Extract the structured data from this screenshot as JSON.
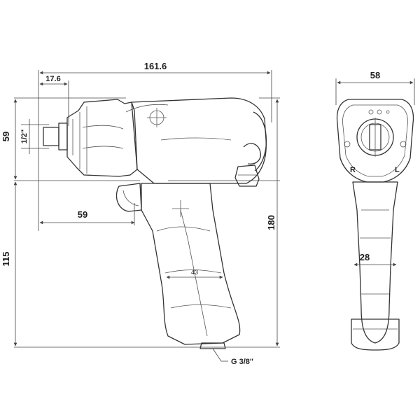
{
  "side_view": {
    "dim_overall_length": "161.6",
    "dim_anvil_offset": "17.6",
    "dim_head_height": "59",
    "dim_square_drive": "1/2\"",
    "dim_grip_depth": "59",
    "dim_handle_height": "115",
    "dim_overall_height": "180",
    "dim_grip_width": "43",
    "air_inlet_label": "G 3/8\""
  },
  "front_view": {
    "dim_width": "58",
    "dim_handle_width": "28",
    "reverse_label_r": "R",
    "reverse_label_l": "L"
  }
}
